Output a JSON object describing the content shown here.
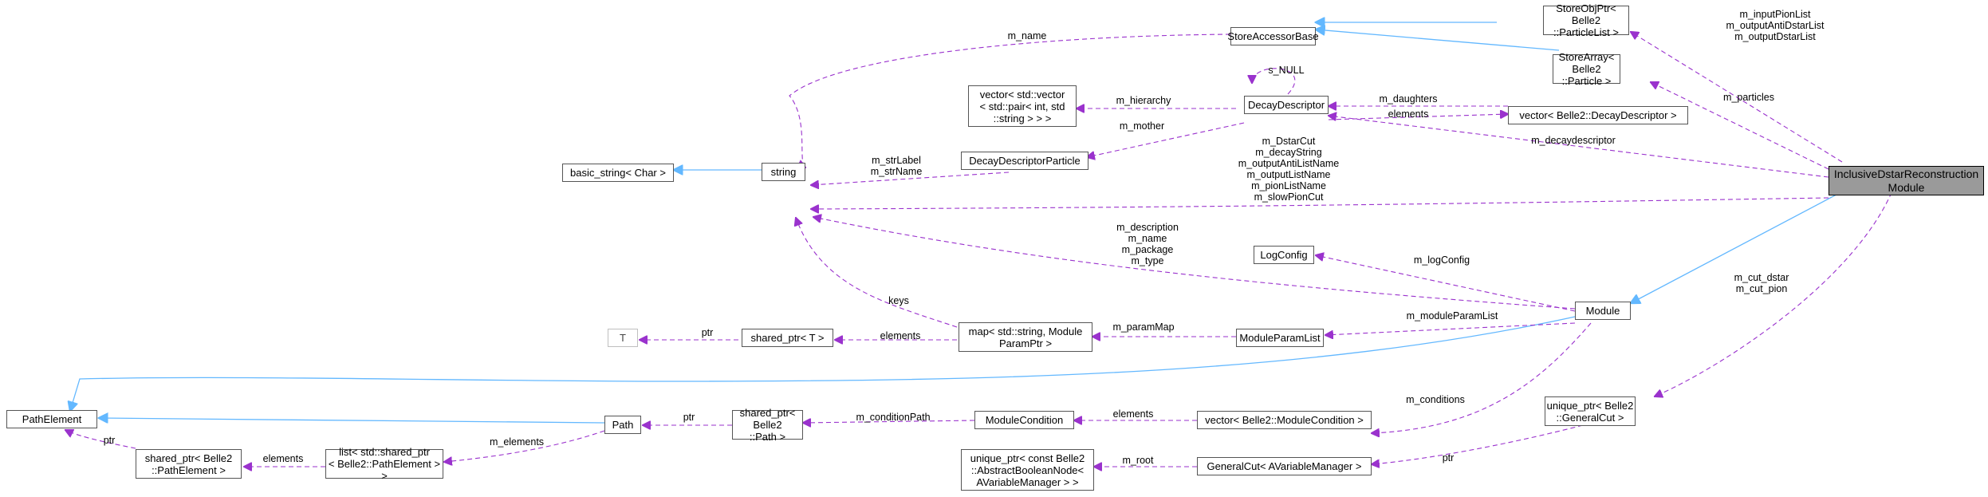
{
  "colors": {
    "inheritance": "#63b8ff",
    "usage": "#9a32cd",
    "node_border": "#555555",
    "focus_fill": "#9a9a9a"
  },
  "nodes": {
    "inclusive": "InclusiveDstarReconstruction\nModule",
    "store_accessor_base": "StoreAccessorBase",
    "store_obj_ptr": "StoreObjPtr< Belle2\n::ParticleList >",
    "store_array": "StoreArray< Belle2\n::Particle >",
    "decay_descriptor": "DecayDescriptor",
    "vector_pair": "vector< std::vector\n< std::pair< int, std\n::string > > >",
    "vector_dd": "vector< Belle2::DecayDescriptor >",
    "ddp": "DecayDescriptorParticle",
    "basic_string": "basic_string< Char >",
    "string": "string",
    "log_config": "LogConfig",
    "module": "Module",
    "t": "T",
    "shared_ptr_t": "shared_ptr< T >",
    "map": "map< std::string, Module\nParamPtr >",
    "module_param_list": "ModuleParamList",
    "path_element": "PathElement",
    "path": "Path",
    "shared_ptr_path": "shared_ptr< Belle2\n::Path >",
    "module_condition": "ModuleCondition",
    "vector_mc": "vector< Belle2::ModuleCondition >",
    "unique_ptr_gc": "unique_ptr< Belle2\n::GeneralCut >",
    "shared_ptr_pe": "shared_ptr< Belle2\n::PathElement >",
    "list_pe": "list< std::shared_ptr\n< Belle2::PathElement > >",
    "unique_ptr_abn": "unique_ptr< const Belle2\n::AbstractBooleanNode<\nAVariableManager > >",
    "general_cut": "GeneralCut< AVariableManager >"
  },
  "labels": {
    "m_name_top": "m_name",
    "s_null": "s_NULL",
    "m_hierarchy": "m_hierarchy",
    "m_daughters": "m_daughters",
    "elements_dd": "elements",
    "m_mother": "m_mother",
    "str_label": "m_strLabel\nm_strName",
    "string_members": "m_DstarCut\nm_decayString\nm_outputAntiListName\nm_outputListName\nm_pionListName\nm_slowPionCut",
    "m_decaydescriptor": "m_decaydescriptor",
    "list_members": "m_inputPionList\nm_outputAntiDstarList\nm_outputDstarList",
    "m_particles": "m_particles",
    "module_strings": "m_description\nm_name\nm_package\nm_type",
    "m_log_config": "m_logConfig",
    "keys": "keys",
    "m_module_param_list": "m_moduleParamList",
    "ptr_t": "ptr",
    "elements_map": "elements",
    "m_param_map": "m_paramMap",
    "cut_members": "m_cut_dstar\nm_cut_pion",
    "m_conditions": "m_conditions",
    "ptr_pe": "ptr",
    "elements_pe": "elements",
    "m_elements": "m_elements",
    "ptr_path": "ptr",
    "m_condition_path": "m_conditionPath",
    "elements_mc": "elements",
    "m_root": "m_root",
    "ptr_gc": "ptr"
  }
}
